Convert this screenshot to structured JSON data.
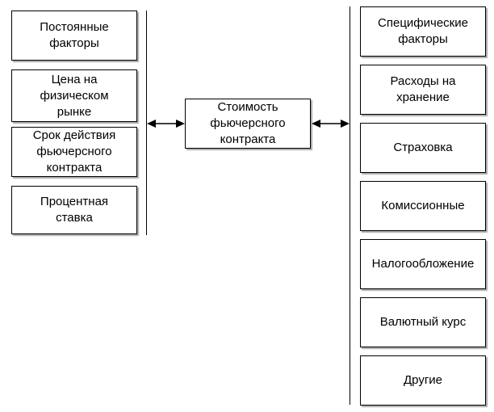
{
  "left_factors": [
    "Постоянные\nфакторы",
    "Цена на\nфизическом\nрынке",
    "Срок действия\nфьючерсного\nконтракта",
    "Процентная\nставка"
  ],
  "center": "Стоимость\nфьючерсного\nконтракта",
  "right_factors": [
    "Специфические\nфакторы",
    "Расходы на\nхранение",
    "Страховка",
    "Комиссионные",
    "Налогообложение",
    "Валютный курс",
    "Другие"
  ]
}
